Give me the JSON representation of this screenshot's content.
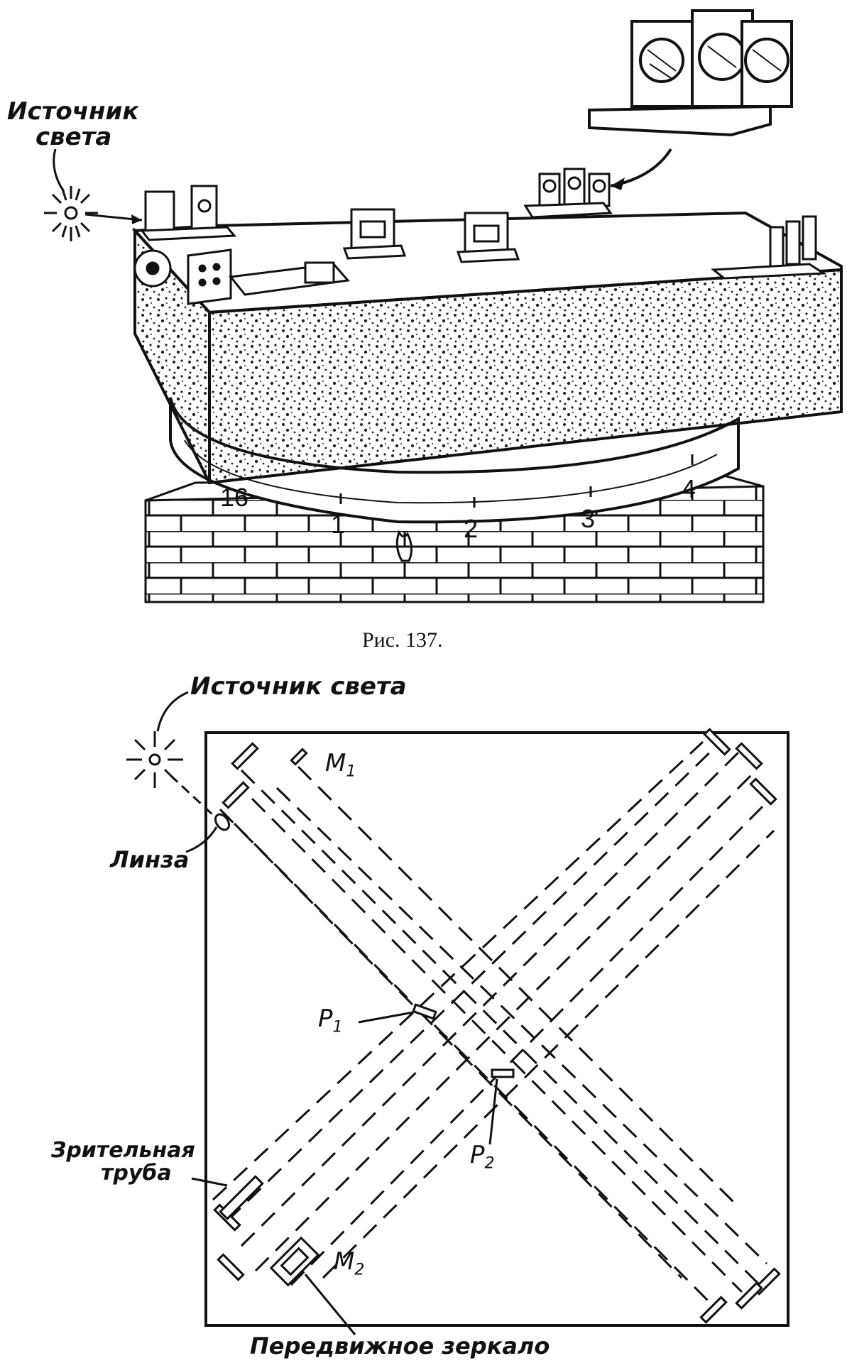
{
  "figure137": {
    "label_source_line1": "Источник",
    "label_source_line2": "света",
    "scale_marks": [
      "16",
      "1",
      "2",
      "3",
      "4"
    ],
    "caption": "Рис. 137."
  },
  "figure138": {
    "label_source": "Источник света",
    "label_lens": "Линза",
    "label_M1": "M",
    "label_M1_sub": "1",
    "label_M2": "M",
    "label_M2_sub": "2",
    "label_P1": "P",
    "label_P1_sub": "1",
    "label_P2": "P",
    "label_P2_sub": "2",
    "label_telescope_line1": "Зрительная",
    "label_telescope_line2": "труба",
    "label_moving_mirror": "Передвижное зеркало"
  }
}
